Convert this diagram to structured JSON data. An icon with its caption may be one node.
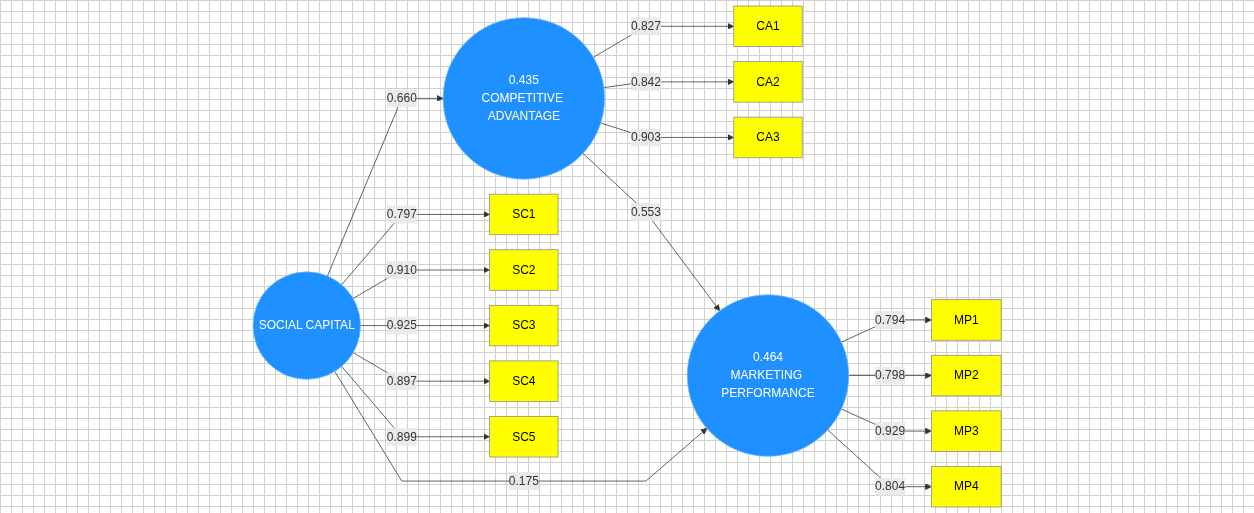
{
  "diagram": {
    "nodes": [
      {
        "text": [
          "CA1"
        ]
      },
      {
        "text": [
          "CA2"
        ]
      },
      {
        "text": [
          "CA3"
        ]
      },
      {
        "text": [
          "0.435",
          "COMPETITIVE ADVANTAGE"
        ]
      },
      {
        "text": [
          "SC1"
        ]
      },
      {
        "text": [
          "SC2"
        ]
      },
      {
        "text": [
          "SC3"
        ]
      },
      {
        "text": [
          "SC4"
        ]
      },
      {
        "text": [
          "SC5"
        ]
      },
      {
        "text": [
          "SOCIAL CAPITAL"
        ]
      },
      {
        "text": [
          "0.464",
          "MARKETING PERFORMANCE"
        ]
      },
      {
        "text": [
          "MP1"
        ]
      },
      {
        "text": [
          "MP2"
        ]
      },
      {
        "text": [
          "MP3"
        ]
      },
      {
        "text": [
          "MP4"
        ]
      }
    ],
    "edges": [
      {
        "from": 3,
        "to": 0,
        "arrow": "to",
        "label": "0.827"
      },
      {
        "from": 3,
        "to": 1,
        "arrow": "to",
        "label": "0.842"
      },
      {
        "from": 3,
        "to": 2,
        "arrow": "to",
        "label": "0.903"
      },
      {
        "from": 9,
        "to": 4,
        "arrow": "to",
        "label": "0.797"
      },
      {
        "from": 9,
        "to": 5,
        "arrow": "to",
        "label": "0.910"
      },
      {
        "from": 9,
        "to": 6,
        "arrow": "to",
        "label": "0.925"
      },
      {
        "from": 9,
        "to": 7,
        "arrow": "to",
        "label": "0.897"
      },
      {
        "from": 9,
        "to": 8,
        "arrow": "to",
        "label": "0.899"
      },
      {
        "from": 9,
        "to": 3,
        "arrow": "to",
        "label": "0.660"
      },
      {
        "from": 3,
        "to": 10,
        "arrow": "to",
        "label": "0.553"
      },
      {
        "from": 9,
        "to": 10,
        "arrow": "to",
        "label": "0.175"
      },
      {
        "from": 10,
        "to": 11,
        "arrow": "to",
        "label": "0.794"
      },
      {
        "from": 10,
        "to": 12,
        "arrow": "to",
        "label": "0.798"
      },
      {
        "from": 10,
        "to": 13,
        "arrow": "to",
        "label": "0.929"
      },
      {
        "from": 10,
        "to": 14,
        "arrow": "to",
        "label": "0.804"
      }
    ]
  }
}
